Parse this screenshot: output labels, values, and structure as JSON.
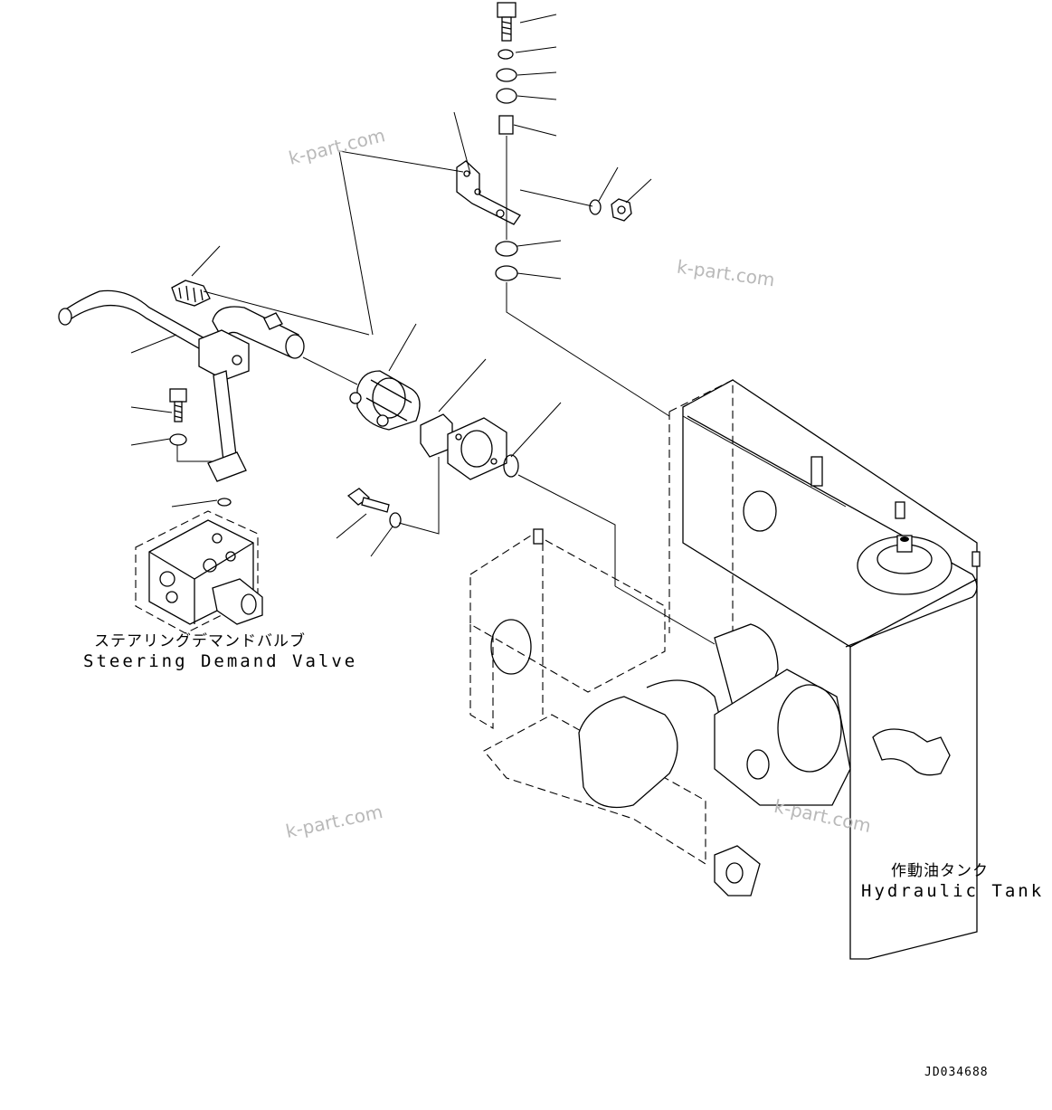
{
  "labels": {
    "steering_valve_jp": "ステアリングデマンドバルブ",
    "steering_valve_en": "Steering Demand Valve",
    "hydraulic_tank_jp": "作動油タンク",
    "hydraulic_tank_en": "Hydraulic Tank"
  },
  "watermark": "k-part.com",
  "drawing_code": "JD034688"
}
